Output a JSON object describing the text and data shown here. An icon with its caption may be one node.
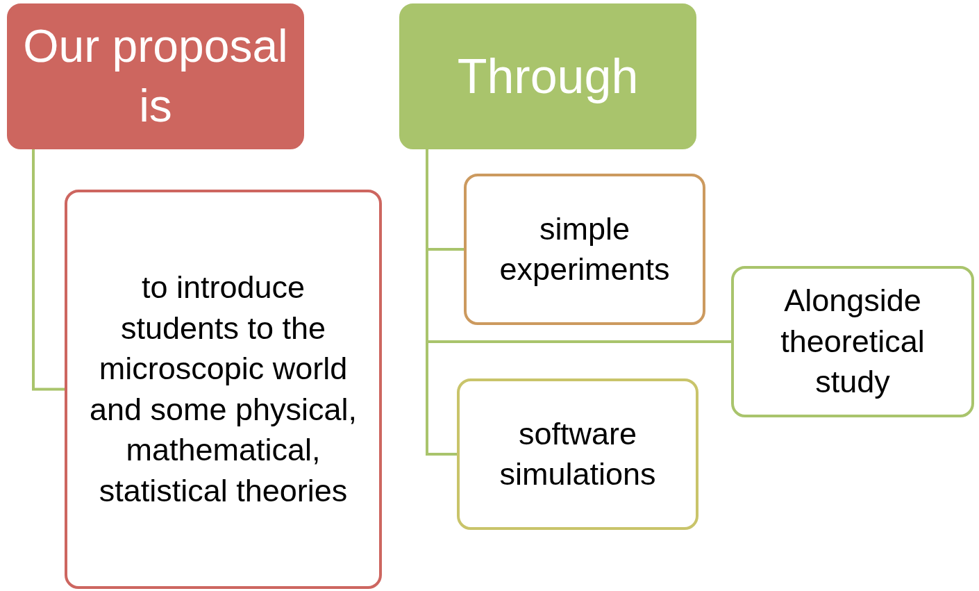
{
  "diagram": {
    "nodes": [
      {
        "text": [
          "Our proposal is"
        ]
      },
      {
        "text": [
          "to introduce students to the microscopic world and some physical, mathematical, statistical theories"
        ]
      },
      {
        "text": [
          "Through"
        ]
      },
      {
        "text": [
          "simple experiments"
        ]
      },
      {
        "text": [
          "Alongside theoretical study"
        ]
      },
      {
        "text": [
          "software simulations"
        ]
      }
    ],
    "edges": [
      {
        "from": 0,
        "to": 1,
        "arrow": "none"
      },
      {
        "from": 2,
        "to": 3,
        "arrow": "none"
      },
      {
        "from": 2,
        "to": 4,
        "arrow": "none"
      },
      {
        "from": 2,
        "to": 5,
        "arrow": "none"
      }
    ]
  }
}
